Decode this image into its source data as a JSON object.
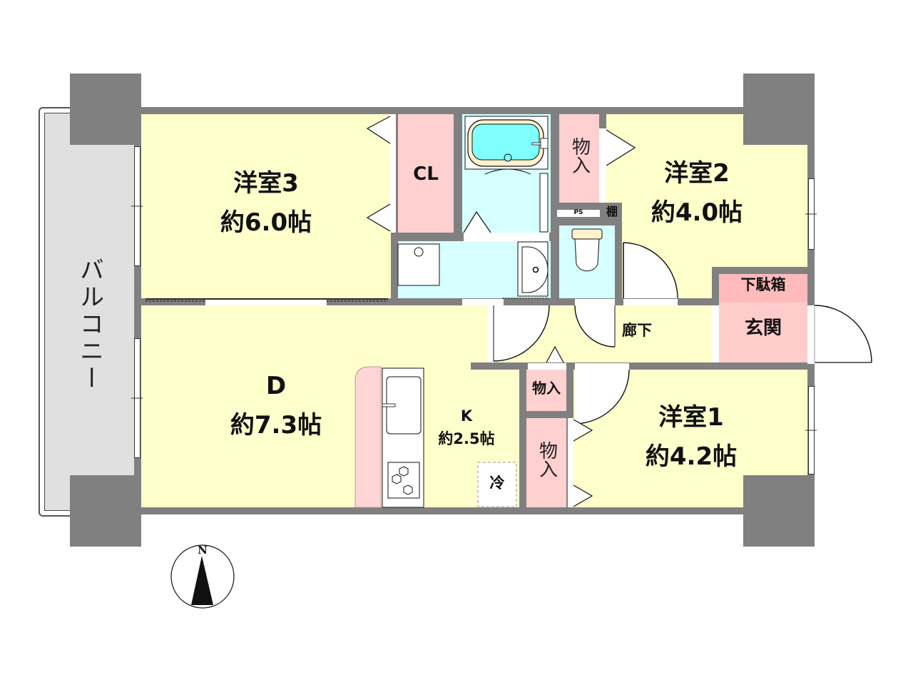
{
  "colors": {
    "wall": "#808080",
    "room_yellow": "#ffffcc",
    "wet_blue": "#d6ffff",
    "storage_pink": "#ffd0d0",
    "genkan_pink": "#ffcccc",
    "shoe_box_pink": "#ffbbbb",
    "balcony_gray": "#e0e0e0",
    "bathtub_water": "#80ffff"
  },
  "balcony": {
    "label": "バルコニー"
  },
  "rooms": {
    "western3": {
      "name": "洋室3",
      "size": "約6.0帖"
    },
    "western2": {
      "name": "洋室2",
      "size": "約4.0帖"
    },
    "western1": {
      "name": "洋室1",
      "size": "約4.2帖"
    },
    "dining": {
      "name": "D",
      "size": "約7.3帖"
    },
    "kitchen": {
      "name": "K",
      "size": "約2.5帖"
    },
    "hallway": {
      "name": "廊下"
    },
    "entrance": {
      "name": "玄関"
    }
  },
  "storage": {
    "closet": "CL",
    "storage_w2": "物入",
    "storage_k_top": "物入",
    "storage_k_bottom": "物入",
    "shoe_box": "下駄箱",
    "shelf": "棚",
    "pipe_space": "PS",
    "fridge": "冷"
  },
  "compass": {
    "north_label": "N"
  }
}
